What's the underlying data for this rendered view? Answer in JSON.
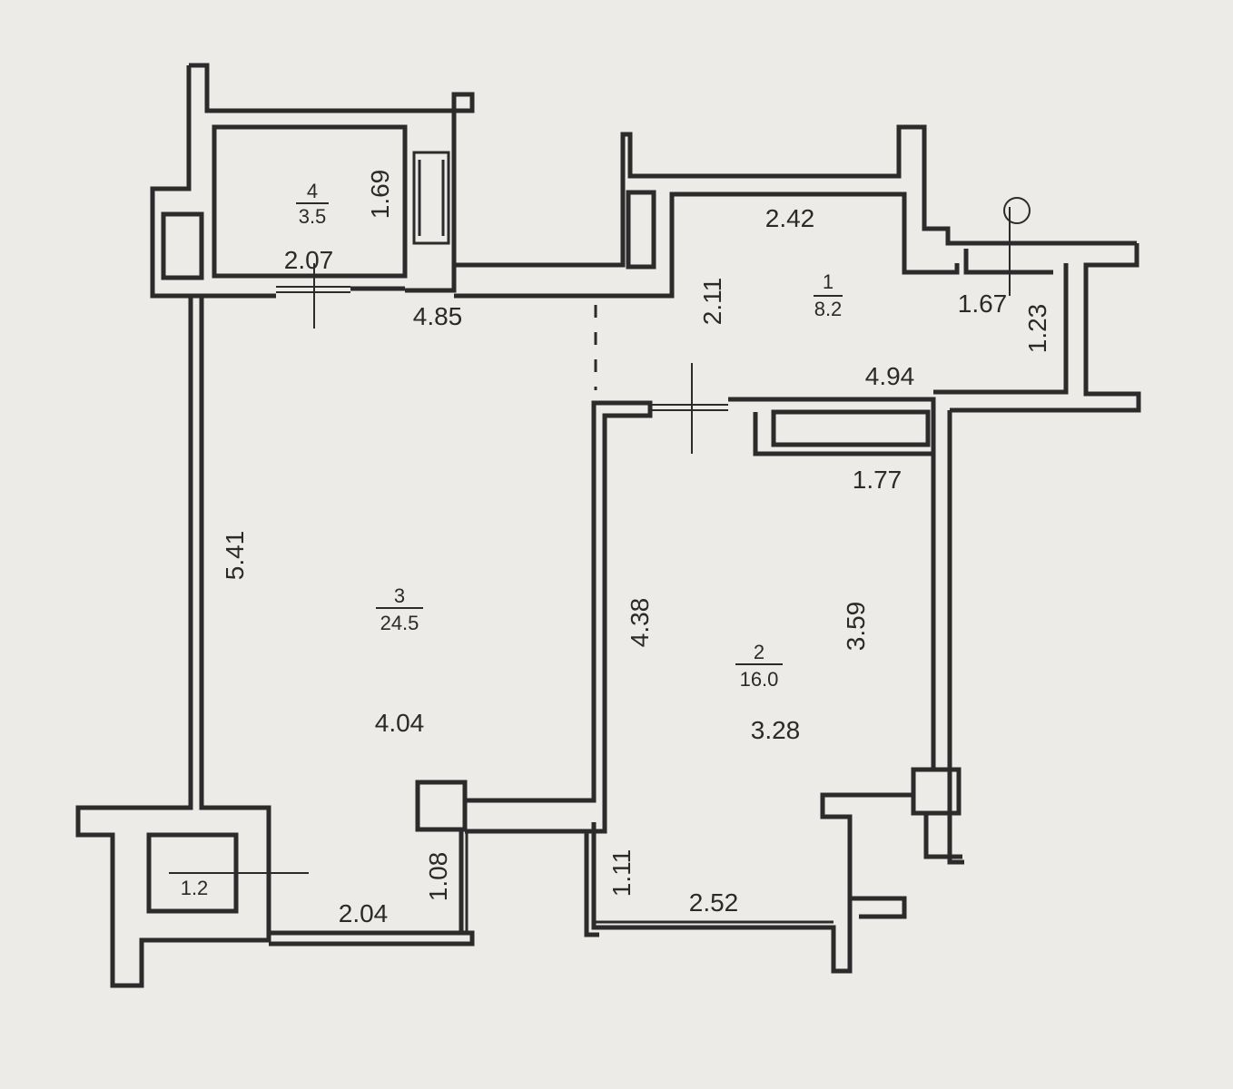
{
  "rooms": [
    {
      "number": "4",
      "area": "3.5"
    },
    {
      "number": "1",
      "area": "8.2"
    },
    {
      "number": "3",
      "area": "24.5"
    },
    {
      "number": "2",
      "area": "16.0"
    },
    {
      "number": "",
      "area": "1.2"
    }
  ],
  "dimensions": {
    "d_1_69": "1.69",
    "d_2_07": "2.07",
    "d_4_85": "4.85",
    "d_2_42": "2.42",
    "d_2_11": "2.11",
    "d_1_67": "1.67",
    "d_1_23": "1.23",
    "d_4_94": "4.94",
    "d_1_77": "1.77",
    "d_5_41": "5.41",
    "d_4_38": "4.38",
    "d_3_59": "3.59",
    "d_4_04": "4.04",
    "d_3_28": "3.28",
    "d_1_08": "1.08",
    "d_1_11": "1.11",
    "d_2_04": "2.04",
    "d_2_52": "2.52"
  },
  "colors": {
    "background": "#ecebe7",
    "ink": "#2b2b2b"
  }
}
